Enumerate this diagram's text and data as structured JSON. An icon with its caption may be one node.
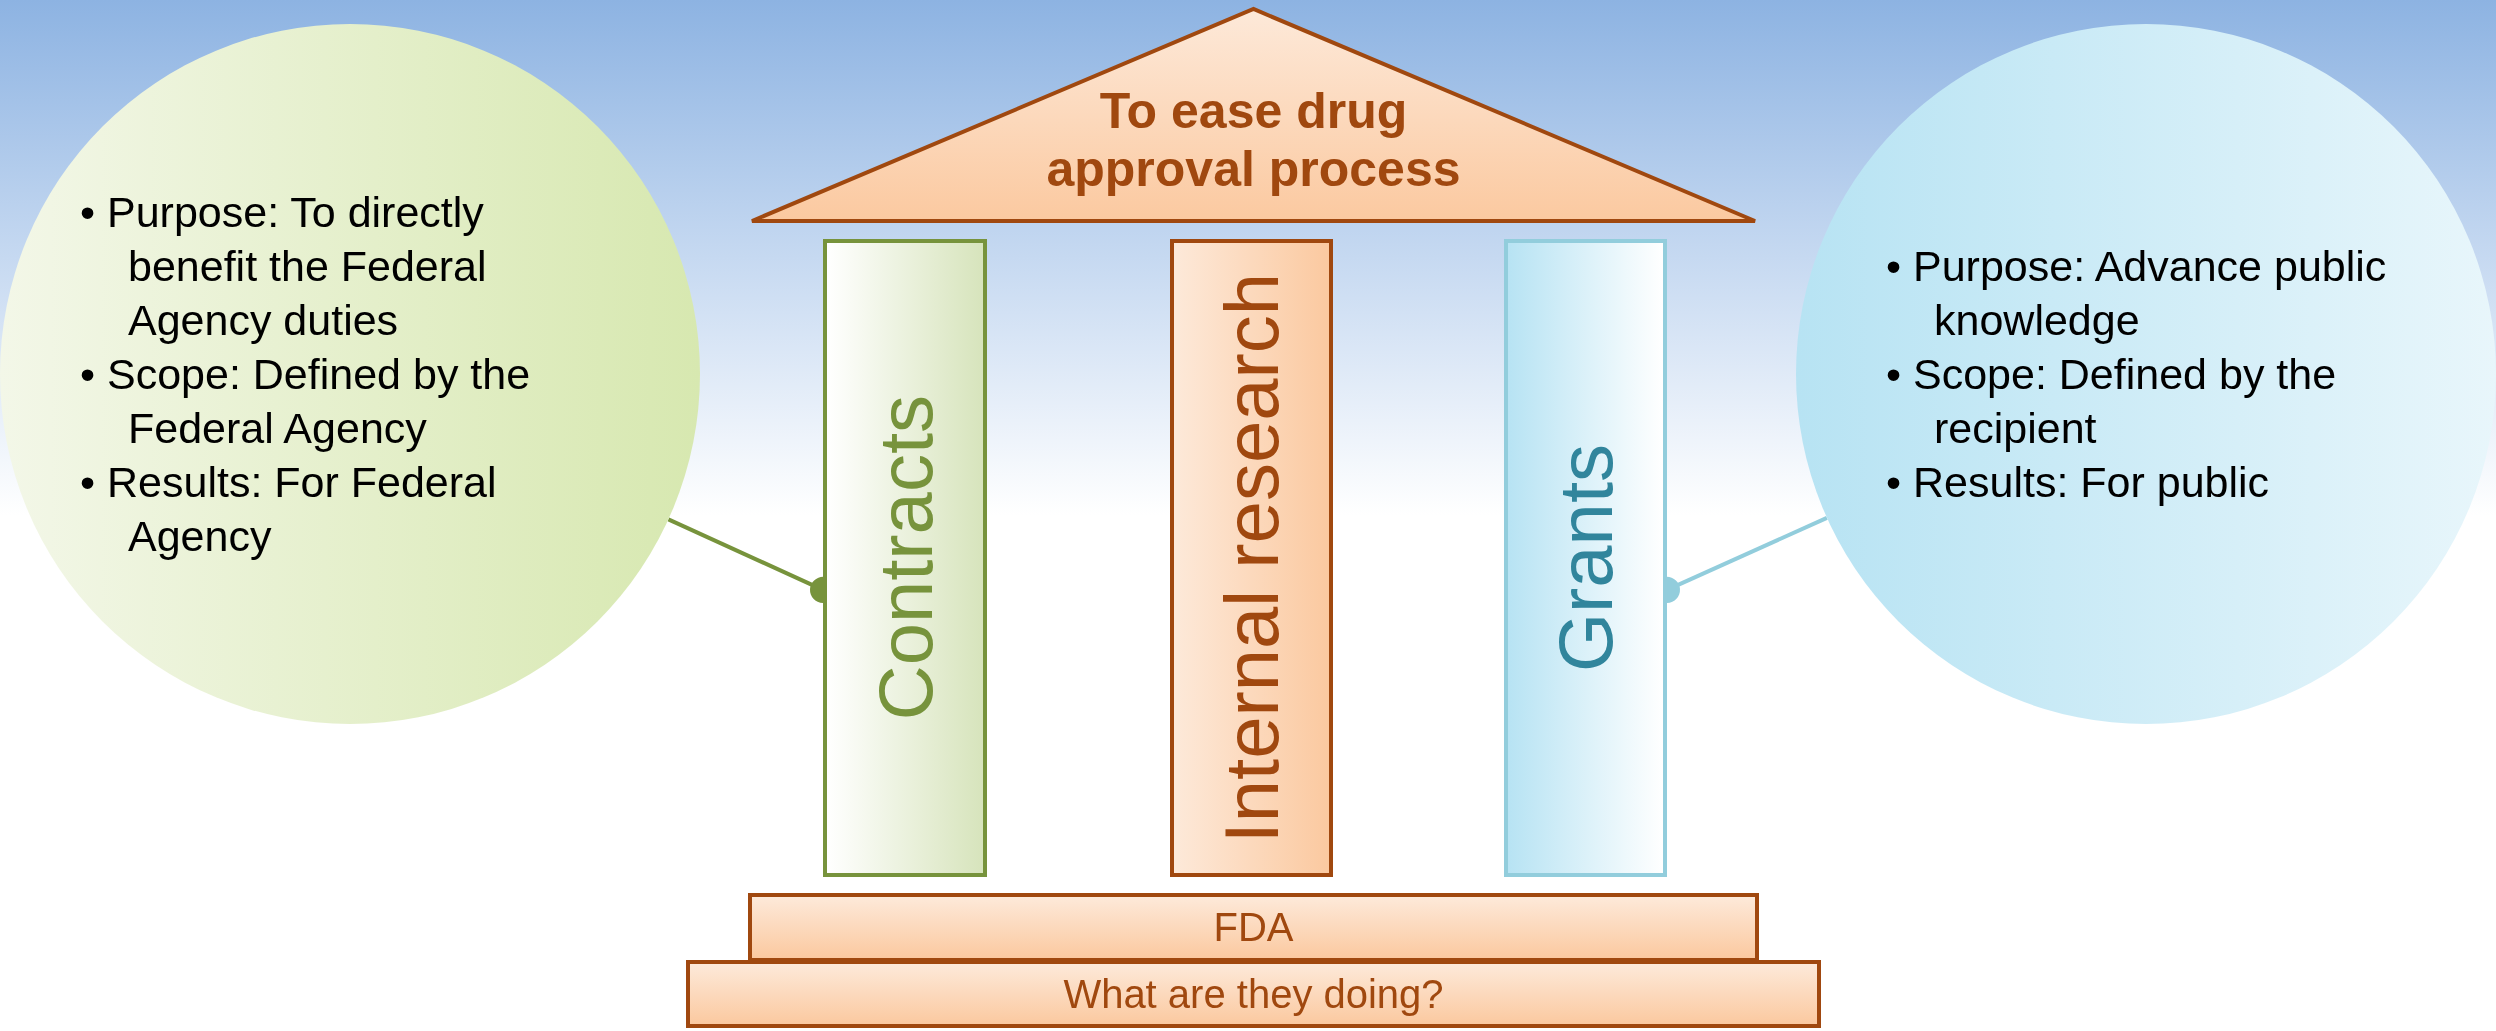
{
  "diagram": {
    "nodes": [
      {
        "text": [
          "To ease drug approval process"
        ]
      },
      {
        "text": [
          "• Purpose: To directly benefit the Federal Agency duties",
          "• Scope: Defined by the Federal Agency",
          "• Results: For Federal Agency"
        ]
      },
      {
        "text": [
          "Contracts"
        ]
      },
      {
        "text": [
          "Internal research"
        ]
      },
      {
        "text": [
          "Grants"
        ]
      },
      {
        "text": [
          "• Purpose: Advance public knowledge",
          "• Scope: Defined by the recipient",
          "• Results: For public"
        ]
      },
      {
        "text": [
          "FDA"
        ]
      },
      {
        "text": [
          "What are they doing?"
        ]
      }
    ],
    "edges": [
      {
        "from": 1,
        "to": 2,
        "arrow": "other",
        "color": "#77933c"
      },
      {
        "from": 5,
        "to": 4,
        "arrow": "other",
        "color": "#92cddc"
      }
    ]
  }
}
